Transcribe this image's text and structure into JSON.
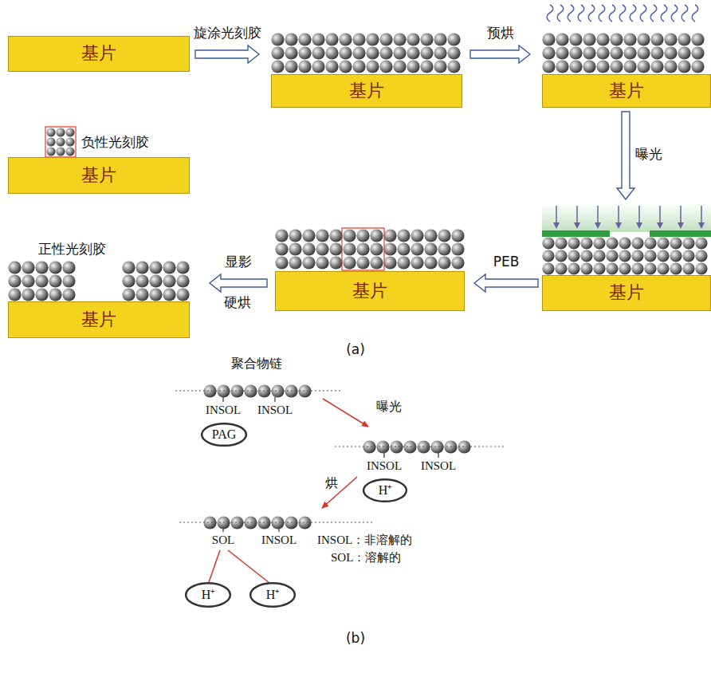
{
  "diagram": {
    "nodes": [
      {
        "text": [
          "基片"
        ]
      },
      {
        "text": [
          "基片"
        ]
      },
      {
        "text": [
          "基片"
        ]
      },
      {
        "text": [
          "基片"
        ]
      },
      {
        "text": [
          "基片"
        ]
      },
      {
        "text": [
          "基片"
        ]
      },
      {
        "text": [
          "基片"
        ]
      },
      {
        "text": [
          "PAG"
        ]
      },
      {
        "text": [
          "H⁺"
        ]
      },
      {
        "text": [
          "H⁺"
        ]
      },
      {
        "text": [
          "H⁺"
        ]
      }
    ],
    "edges": [
      {
        "from": 0,
        "to": 1,
        "arrow": "to",
        "label": "旋涂光刻胶"
      },
      {
        "from": 1,
        "to": 2,
        "arrow": "to",
        "label": "预烘"
      },
      {
        "from": 2,
        "to": 4,
        "arrow": "to",
        "label": "曝光"
      },
      {
        "from": 4,
        "to": 5,
        "arrow": "to",
        "label": "PEB"
      },
      {
        "from": 5,
        "to": 6,
        "arrow": "to",
        "label": "显影"
      }
    ],
    "labels": [
      "负性光刻胶",
      "正性光刻胶",
      "硬烘",
      "(a)",
      "聚合物链",
      "INSOL",
      "INSOL",
      "曝光",
      "INSOL",
      "INSOL",
      "烘",
      "SOL",
      "INSOL",
      "INSOL：非溶解的",
      "SOL：溶解的",
      "(b)"
    ]
  }
}
